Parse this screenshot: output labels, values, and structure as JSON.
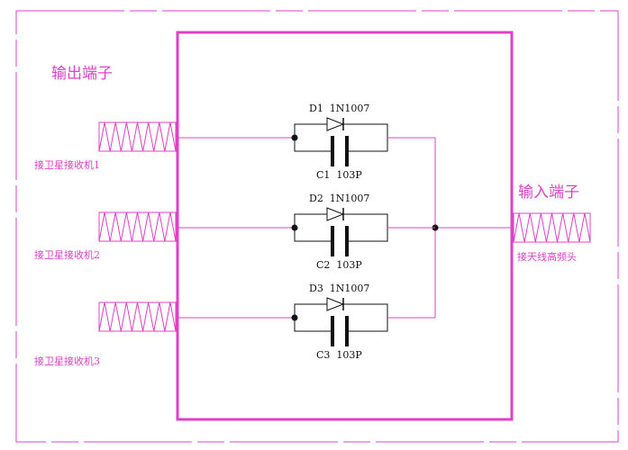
{
  "labels": {
    "output_terminal": "输出端子",
    "input_terminal": "输入端子",
    "antenna_lnb": "接天线高频头"
  },
  "receivers": [
    {
      "label": "接卫星接收机1",
      "diode": "D1  1N1007",
      "capacitor": "C1  103P"
    },
    {
      "label": "接卫星接收机2",
      "diode": "D2  1N1007",
      "capacitor": "C2  103P"
    },
    {
      "label": "接卫星接收机3",
      "diode": "D3  1N1007",
      "capacitor": "C3  103P"
    }
  ],
  "colors": {
    "magenta": "#e040c8",
    "wire": "#111111"
  }
}
